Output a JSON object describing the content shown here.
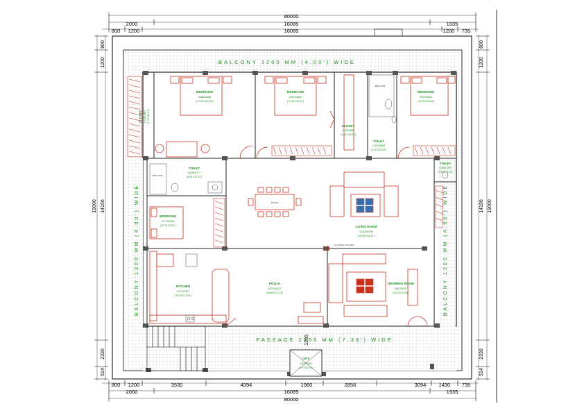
{
  "dimensions": {
    "top_total": "80000",
    "top_left": "2000",
    "top_mid": "16085",
    "top_right": "1935",
    "top_sub_left_a": "800",
    "top_sub_left_b": "1200",
    "top_sub_mid": "16085",
    "top_sub_right_a": "1200",
    "top_sub_right_b": "735",
    "bot_a": "800",
    "bot_b": "1200",
    "bot_c": "3530",
    "bot_d": "4394",
    "bot_e": "1960",
    "bot_f": "2856",
    "bot_g": "3094",
    "bot_h": "1430",
    "bot_i": "735",
    "bot_total_left": "2000",
    "bot_mid": "16085",
    "bot_right": "1935",
    "bot_total": "80000",
    "left_top_a": "1200",
    "left_top_b": "800",
    "left_height": "14156",
    "left_total": "19000",
    "left_bot_a": "2330",
    "left_bot_b": "514",
    "right_top_a": "1200",
    "right_top_b": "800",
    "right_height": "14156",
    "right_total": "19000",
    "right_bot_a": "2330",
    "right_bot_b": "514",
    "lift_dim": "1200"
  },
  "bands": {
    "balcony_top": "BALCONY 1200 MM (4.00') WIDE",
    "balcony_left": "BALCONY 1200 MM (4.00') WIDE",
    "balcony_right": "BALCONY 1200 MM (4.00') WIDE",
    "passage": "PASSAGE 2255 MM (7.39') WIDE"
  },
  "rooms": {
    "bedroom1": {
      "name": "BEDROOM",
      "size": "5486X4584",
      "imperial": "(17.99'X15.02')"
    },
    "bedroom2": {
      "name": "BEDROOM",
      "size": "4267X4584",
      "imperial": "(13.99'X15.02')"
    },
    "closet_mid": {
      "name": "CLOSET",
      "size": "1429X4584",
      "imperial": "(4.69'X15.02')"
    },
    "toilet_mid": {
      "name": "TOILET",
      "size": "1329X4584",
      "imperial": "(4.36'X15.02')"
    },
    "bedroom3": {
      "name": "BEDROOM",
      "size": "3200X4584",
      "imperial": "(10.49'X15.02')"
    },
    "closet_left": {
      "name": "CLOSET",
      "size": "1445X4584",
      "imperial": "(4.73'X15.02')"
    },
    "toilet_left": {
      "name": "TOILET",
      "size": "1829X4177",
      "imperial": "(6.00'X12.70')"
    },
    "bedroom4": {
      "name": "BEDROOM",
      "size": "4177X3048",
      "imperial": "(12.70'X9.97')"
    },
    "living": {
      "name": "LIVING ROOM",
      "size": "11542X4755",
      "imperial": "(28.95'X45.44')"
    },
    "toilet_right": {
      "name": "TOILET",
      "size": "1065X1200",
      "imperial": "(3.50'X 3.93')"
    },
    "kitchen": {
      "name": "KITCHEN",
      "size": "4777X4127",
      "imperial": "(15.67'X13.53')"
    },
    "pooja": {
      "name": "POOJA",
      "size": "5076X4127",
      "imperial": "(16.66'X13.53')"
    },
    "drawing": {
      "name": "DRAWING ROOM",
      "size": "5867X4287",
      "imperial": "(19.24'X13.98')"
    },
    "lift": {
      "name": "LIFT",
      "size": "1200X1500",
      "imperial": "(1.97'X4.92')"
    }
  },
  "notes": {
    "bath_tub_a": "BATH TUB",
    "bath_tub_b": "BATH TUB",
    "dining": "DINING",
    "floating_column": "FLOATING COLUMN"
  }
}
